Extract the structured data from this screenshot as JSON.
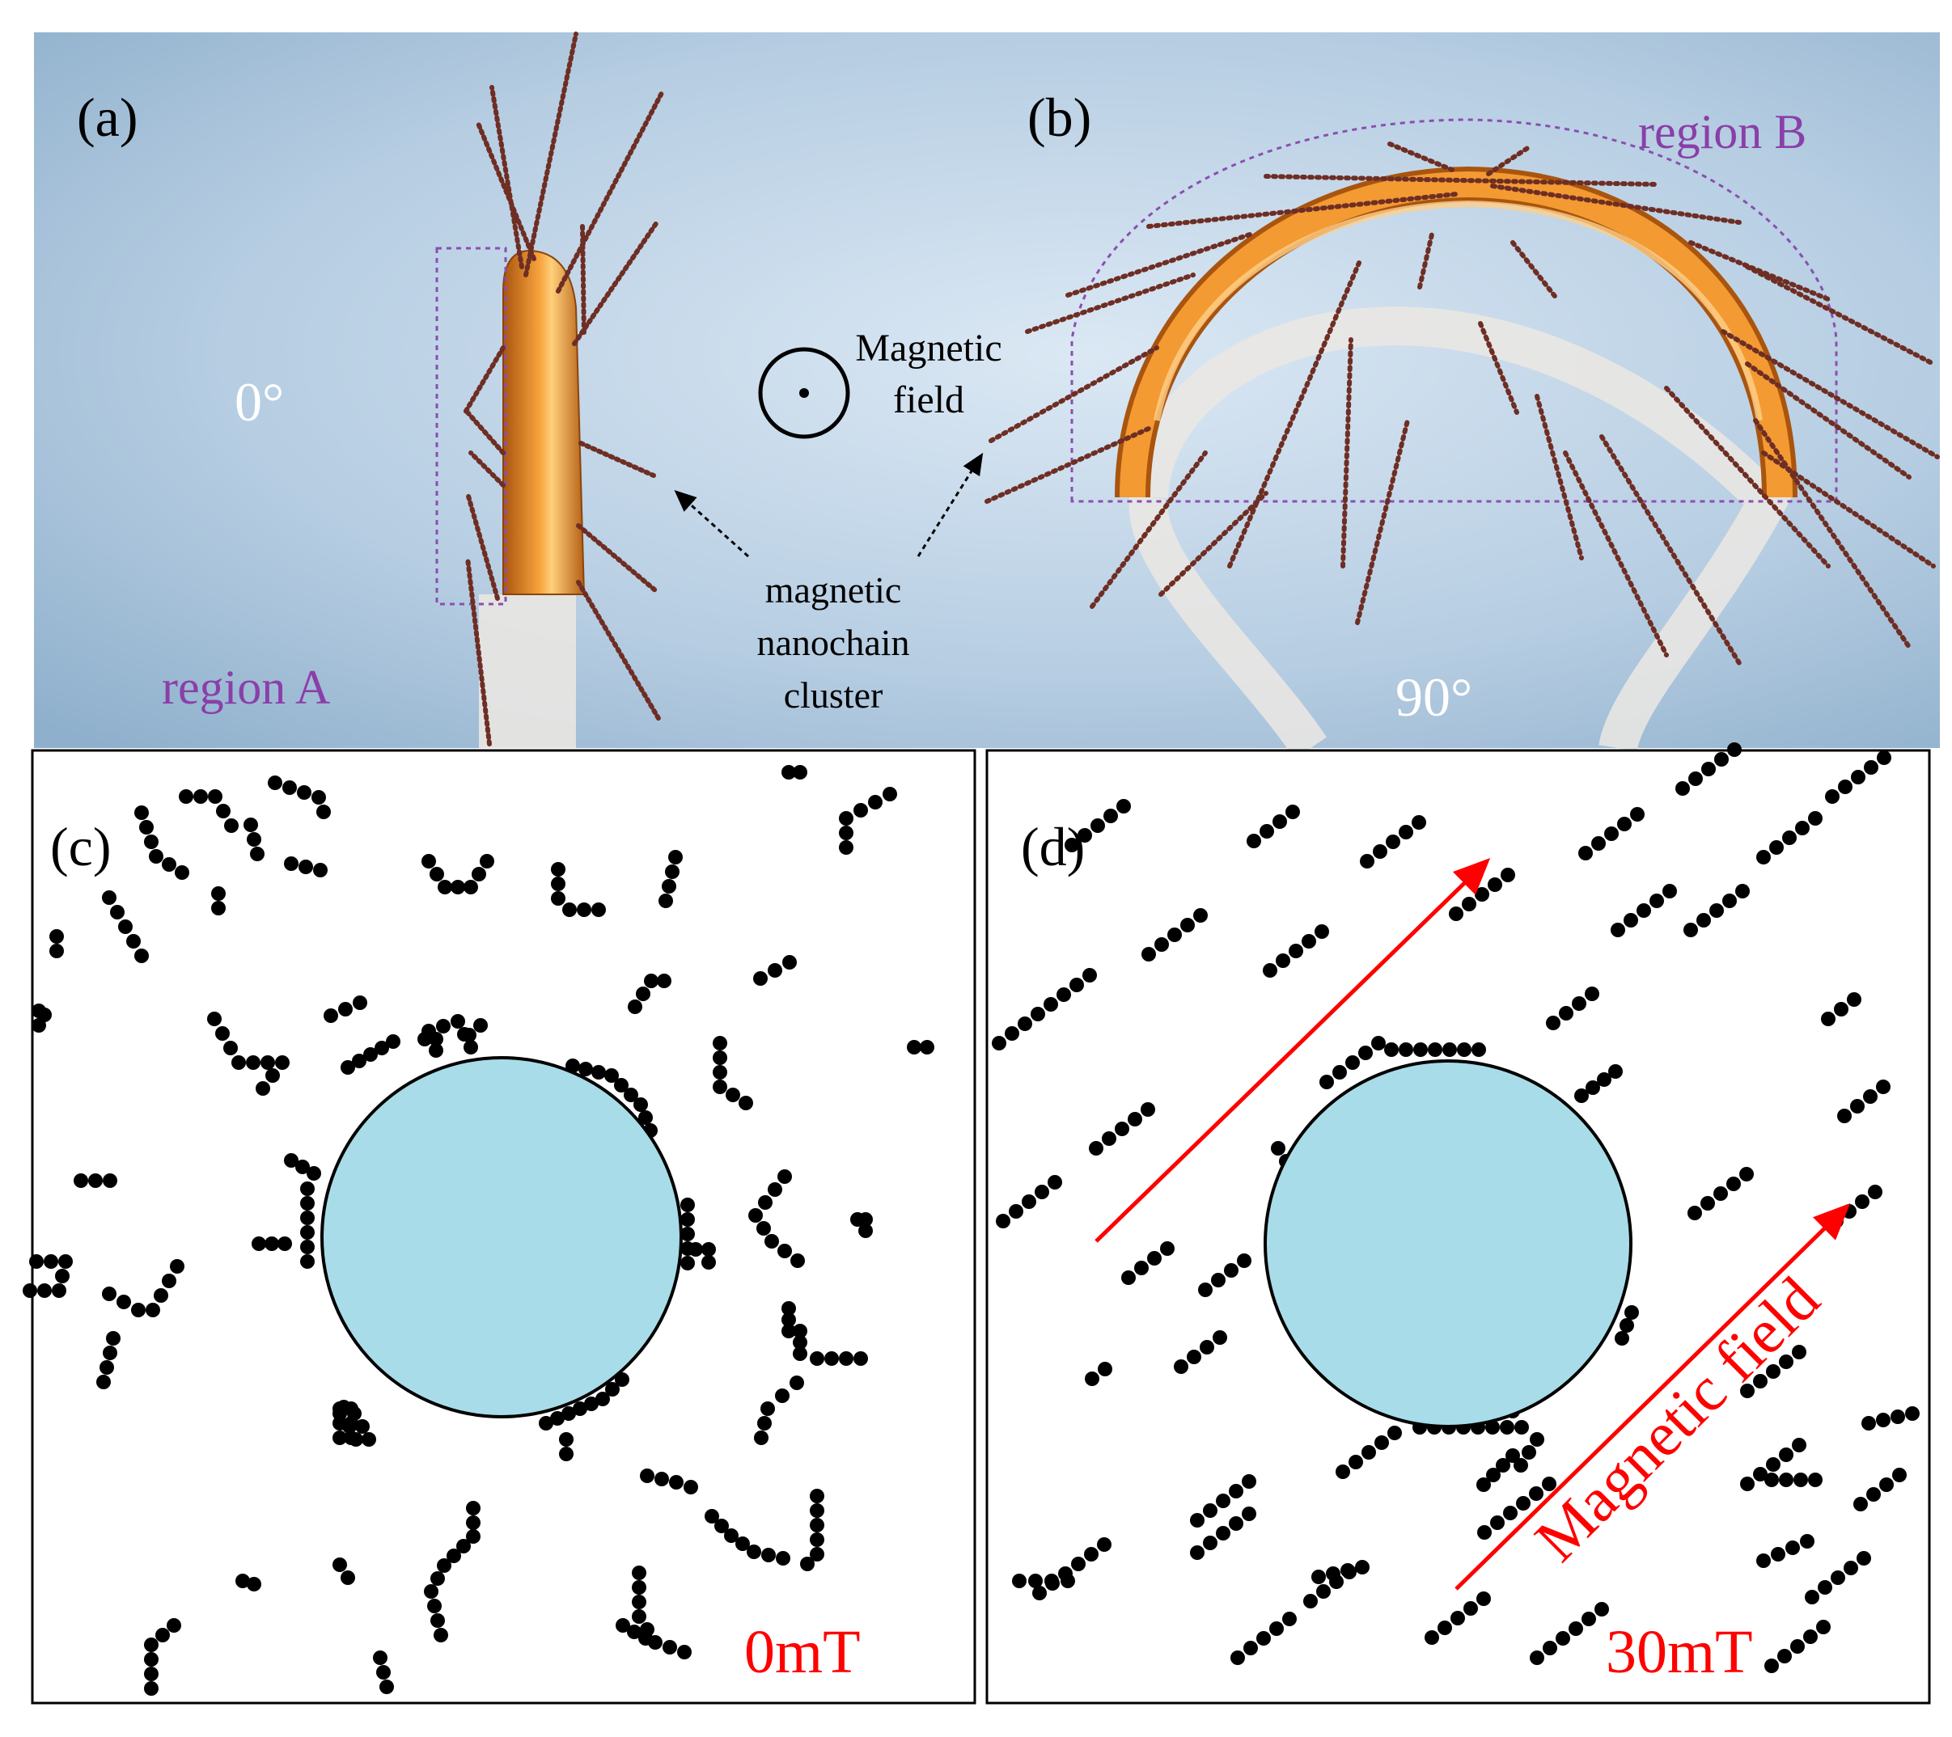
{
  "panels": {
    "a": {
      "label": "(a)",
      "angle": "0°",
      "region_label": "region A"
    },
    "b": {
      "label": "(b)",
      "angle": "90°",
      "region_label": "region B"
    },
    "top_annotations": {
      "field_line1": "Magnetic",
      "field_line2": "field",
      "cluster_line1": "magnetic",
      "cluster_line2": "nanochain",
      "cluster_line3": "cluster"
    },
    "c": {
      "label": "(c)",
      "field_strength": "0mT"
    },
    "d": {
      "label": "(d)",
      "field_strength": "30mT",
      "arrow_label": "Magnetic field"
    }
  },
  "colors": {
    "scene_background": "#b9cfe2",
    "fiber_orange": "#e8821e",
    "fiber_core": "#eceae6",
    "chain_beads": "#6e2e24",
    "region_outline": "#8a4fb0",
    "region_text": "#8a3fa8",
    "angle_text": "#ffffff",
    "disc_fill": "#a8dce8",
    "particles": "#000000",
    "field_arrow": "#ff0000",
    "field_text": "#ff0000"
  }
}
